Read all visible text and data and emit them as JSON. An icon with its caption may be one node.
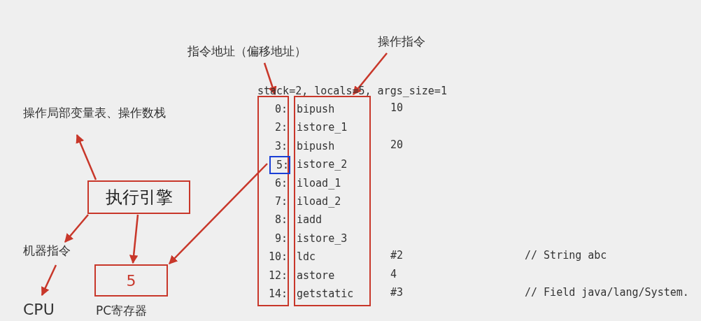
{
  "diagram": {
    "nodes": [
      {
        "text": [
          "指令地址（偏移地址）"
        ]
      },
      {
        "text": [
          "操作指令"
        ]
      },
      {
        "text": [
          "操作局部变量表、操作数栈"
        ]
      },
      {
        "text": [
          "0:",
          "2:",
          "3:",
          "6:",
          "7:",
          "8:",
          "9:",
          "10:",
          "12:",
          "14:"
        ]
      },
      {
        "text": [
          "5:"
        ],
        "in": 3
      },
      {
        "text": [
          "bipush",
          "istore_1",
          "bipush",
          "istore_2",
          "iload_1",
          "iload_2",
          "iadd",
          "istore_3",
          "ldc",
          "astore",
          "getstatic"
        ]
      },
      {
        "text": [
          "执行引擎"
        ]
      },
      {
        "text": [
          "机器指令"
        ]
      },
      {
        "text": [
          "CPU"
        ]
      },
      {
        "text": [
          "5"
        ],
        "beside": [
          "PC寄存器"
        ]
      }
    ],
    "edges": [
      {
        "from": 0,
        "to": 3,
        "arrow": "to"
      },
      {
        "from": 1,
        "to": 5,
        "arrow": "to"
      },
      {
        "from": 6,
        "to": 2,
        "arrow": "to"
      },
      {
        "from": 6,
        "to": 7,
        "arrow": "to"
      },
      {
        "from": 7,
        "to": 8,
        "arrow": "to"
      },
      {
        "from": 6,
        "to": 9,
        "arrow": "to"
      },
      {
        "from": 4,
        "to": 9,
        "arrow": "to"
      }
    ],
    "labels": [
      "stack=2, locals=5, args_size=1",
      "10",
      "20",
      "#2",
      "// String abc",
      "4",
      "#3",
      "// Field java/lang/System."
    ]
  }
}
